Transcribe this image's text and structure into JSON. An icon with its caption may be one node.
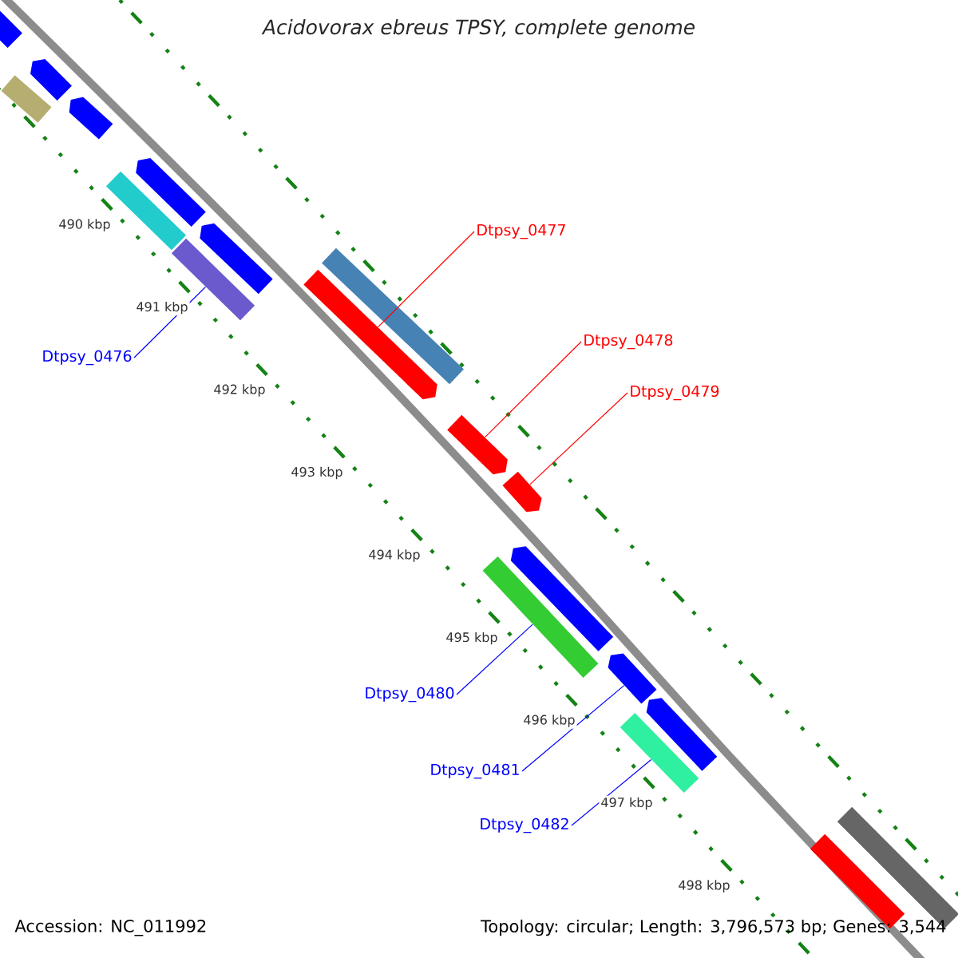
{
  "diagram": {
    "title": "Acidovorax ebreus TPSY, complete genome",
    "nodes": [
      {
        "text": [],
        "shape": "arrow"
      },
      {
        "text": [],
        "shape": "arrow"
      },
      {
        "text": [],
        "shape": "bar"
      },
      {
        "text": [],
        "shape": "arrow"
      },
      {
        "text": [],
        "shape": "arrow"
      },
      {
        "text": [],
        "shape": "bar"
      },
      {
        "text": [],
        "shape": "arrow"
      },
      {
        "text": [],
        "shape": "bar"
      },
      {
        "text": [],
        "shape": "bar"
      },
      {
        "text": [],
        "shape": "arrow"
      },
      {
        "text": [],
        "shape": "arrow"
      },
      {
        "text": [],
        "shape": "arrow"
      },
      {
        "text": [],
        "shape": "arrow"
      },
      {
        "text": [],
        "shape": "bar"
      },
      {
        "text": [],
        "shape": "arrow"
      },
      {
        "text": [],
        "shape": "arrow"
      },
      {
        "text": [],
        "shape": "bar"
      },
      {
        "text": [],
        "shape": "bar"
      },
      {
        "text": [],
        "shape": "bar"
      },
      {
        "text": [
          "Dtpsy_0477"
        ]
      },
      {
        "text": [
          "Dtpsy_0478"
        ]
      },
      {
        "text": [
          "Dtpsy_0479"
        ]
      },
      {
        "text": [
          "Dtpsy_0476"
        ]
      },
      {
        "text": [
          "Dtpsy_0480"
        ]
      },
      {
        "text": [
          "Dtpsy_0481"
        ]
      },
      {
        "text": [
          "Dtpsy_0482"
        ]
      }
    ],
    "edges": [
      {
        "from": 19,
        "to": 9,
        "arrow": "none",
        "color": "#ff0000"
      },
      {
        "from": 20,
        "to": 10,
        "arrow": "none",
        "color": "#ff0000"
      },
      {
        "from": 21,
        "to": 11,
        "arrow": "none",
        "color": "#ff0000"
      },
      {
        "from": 22,
        "to": 7,
        "arrow": "none"
      },
      {
        "from": 23,
        "to": 13,
        "arrow": "none"
      },
      {
        "from": 24,
        "to": 14,
        "arrow": "none"
      },
      {
        "from": 25,
        "to": 16,
        "arrow": "none"
      }
    ],
    "labels": [
      "490 kbp",
      "491 kbp",
      "492 kbp",
      "493 kbp",
      "494 kbp",
      "495 kbp",
      "496 kbp",
      "497 kbp",
      "498 kbp",
      "Accession: NC_011992",
      "Topology: circular; Length: 3,796,573 bp; Genes: 3,544"
    ]
  }
}
